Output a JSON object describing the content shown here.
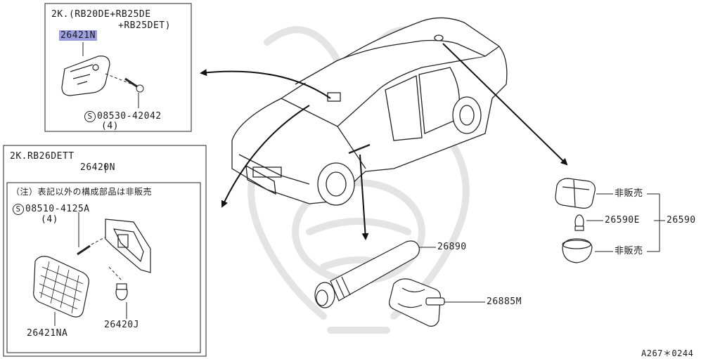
{
  "top_box": {
    "header_line1": "2K.(RB20DE+RB25DE",
    "header_line2": "+RB25DET)",
    "part_number": "26421N",
    "screw_symbol": "S",
    "screw_part": "08530-42042",
    "screw_qty": "(4)"
  },
  "lower_box": {
    "header": "2K.RB26DETT",
    "assembly_part": "26420N",
    "note": "（注）表記以外の構成部品は非販売",
    "screw_symbol": "S",
    "screw_part": "08510-4125A",
    "screw_qty": "(4)",
    "lens_part": "26421NA",
    "bulb_part": "26420J"
  },
  "right_group": {
    "not_sold_top": "非販売",
    "bulb_part": "26590E",
    "assembly_part": "26590",
    "not_sold_bottom": "非販売"
  },
  "center_parts": {
    "flashlight_part": "26890",
    "clip_part": "26885M"
  },
  "footer": {
    "diagram_code": "A267＊0244"
  },
  "colors": {
    "highlight": "#9e9fe0",
    "line": "#222222",
    "watermark": "#e6e6e6"
  }
}
